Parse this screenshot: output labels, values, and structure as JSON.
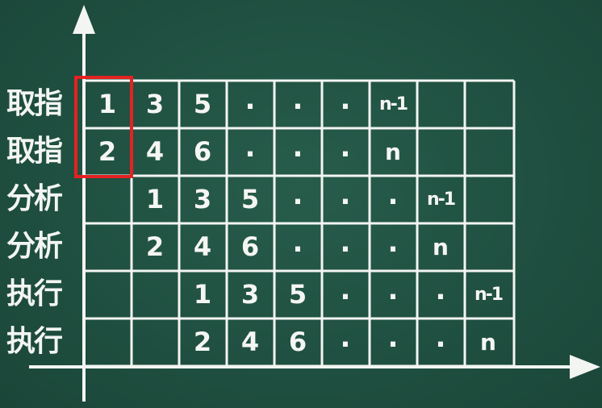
{
  "rows": [
    {
      "label": "取指",
      "cells": [
        "1",
        "3",
        "5",
        ".",
        ".",
        ".",
        "n-1",
        "",
        ""
      ]
    },
    {
      "label": "取指",
      "cells": [
        "2",
        "4",
        "6",
        ".",
        ".",
        ".",
        "n",
        "",
        ""
      ]
    },
    {
      "label": "分析",
      "cells": [
        "",
        "1",
        "3",
        "5",
        ".",
        ".",
        ".",
        "n-1",
        ""
      ]
    },
    {
      "label": "分析",
      "cells": [
        "",
        "2",
        "4",
        "6",
        ".",
        ".",
        ".",
        "n",
        ""
      ]
    },
    {
      "label": "执行",
      "cells": [
        "",
        "",
        "1",
        "3",
        "5",
        ".",
        ".",
        ".",
        "n-1"
      ]
    },
    {
      "label": "执行",
      "cells": [
        "",
        "",
        "2",
        "4",
        "6",
        ".",
        ".",
        ".",
        "n"
      ]
    }
  ],
  "colors": {
    "background": "#1f4f40",
    "chalk": "#f3f5f2",
    "highlight": "#e32222"
  }
}
